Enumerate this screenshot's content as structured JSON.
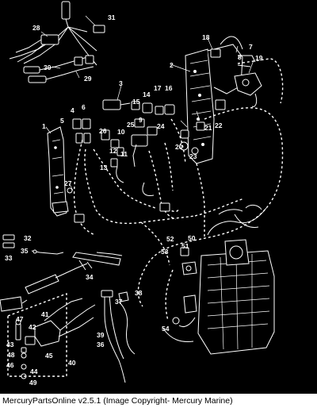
{
  "callouts": [
    "1",
    "2",
    "3",
    "4",
    "5",
    "6",
    "7",
    "8",
    "9",
    "10",
    "11",
    "12",
    "13",
    "14",
    "15",
    "16",
    "17",
    "18",
    "19",
    "20",
    "21",
    "22",
    "23",
    "24",
    "25",
    "26",
    "27",
    "28",
    "29",
    "30",
    "31",
    "32",
    "33",
    "34",
    "35",
    "36",
    "37",
    "38",
    "39",
    "40",
    "41",
    "42",
    "43",
    "44",
    "45",
    "46",
    "47",
    "48",
    "49",
    "50",
    "51",
    "52",
    "53",
    "54"
  ],
  "footer": "MercuryPartsOnline v2.5.1 (Image Copyright- Mercury Marine)"
}
